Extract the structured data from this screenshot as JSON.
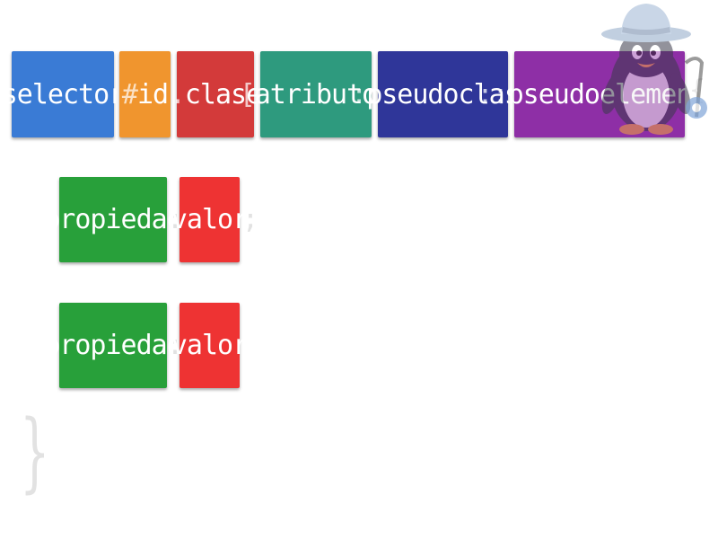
{
  "selector_row": {
    "selector": "selector",
    "id_hash": "#",
    "id_name": "id",
    "class_dot": ".",
    "class_name": "clase",
    "attr_open": "[",
    "attr_name": "atributo",
    "attr_close": "]",
    "pseudoclass_colon": ":",
    "pseudoclass_name": "pseudoclase",
    "pseudoelement_colons": "::",
    "pseudoelement_name": "pseudoelemento",
    "open_brace": "{"
  },
  "declarations": [
    {
      "property": "propiedad",
      "colon": ":",
      "value": "valor",
      "semicolon": ";"
    },
    {
      "property": "propiedad",
      "colon": ":",
      "value": "valor",
      "semicolon": ""
    }
  ],
  "close_brace": "}",
  "colors": {
    "selector": "#3a7bd5",
    "id": "#f0952e",
    "class": "#d33a3a",
    "attribute": "#2e9a7e",
    "pseudoclass": "#2f3699",
    "pseudoelement": "#8e2fa6",
    "property": "#28a03a",
    "value": "#ee3333",
    "punctuation": "#e2e2e2"
  },
  "icons": {
    "mascot": "penguin-with-hat-icon",
    "badge": "gear-badge-icon"
  }
}
